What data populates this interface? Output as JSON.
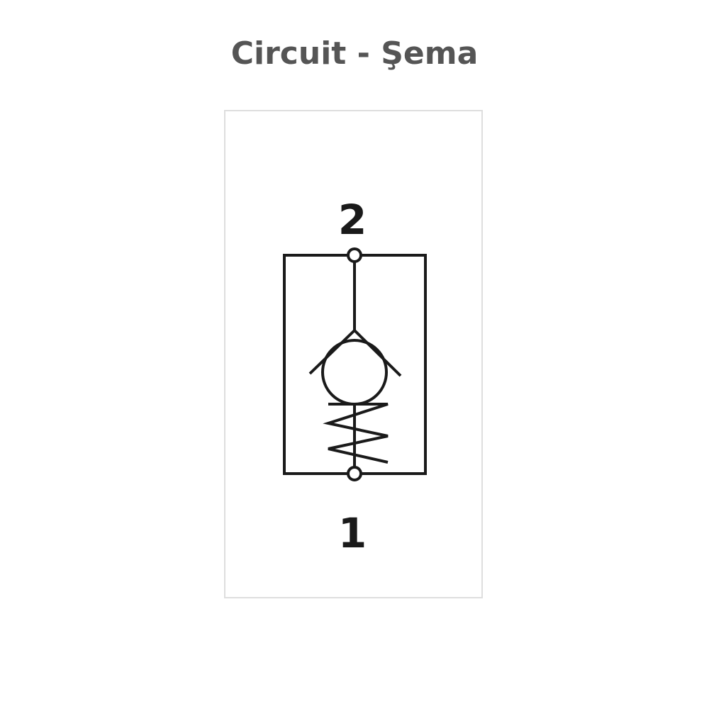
{
  "title": "Circuit - Şema",
  "diagram": {
    "type": "spring-loaded check valve symbol",
    "port_top": "2",
    "port_bottom": "1"
  }
}
